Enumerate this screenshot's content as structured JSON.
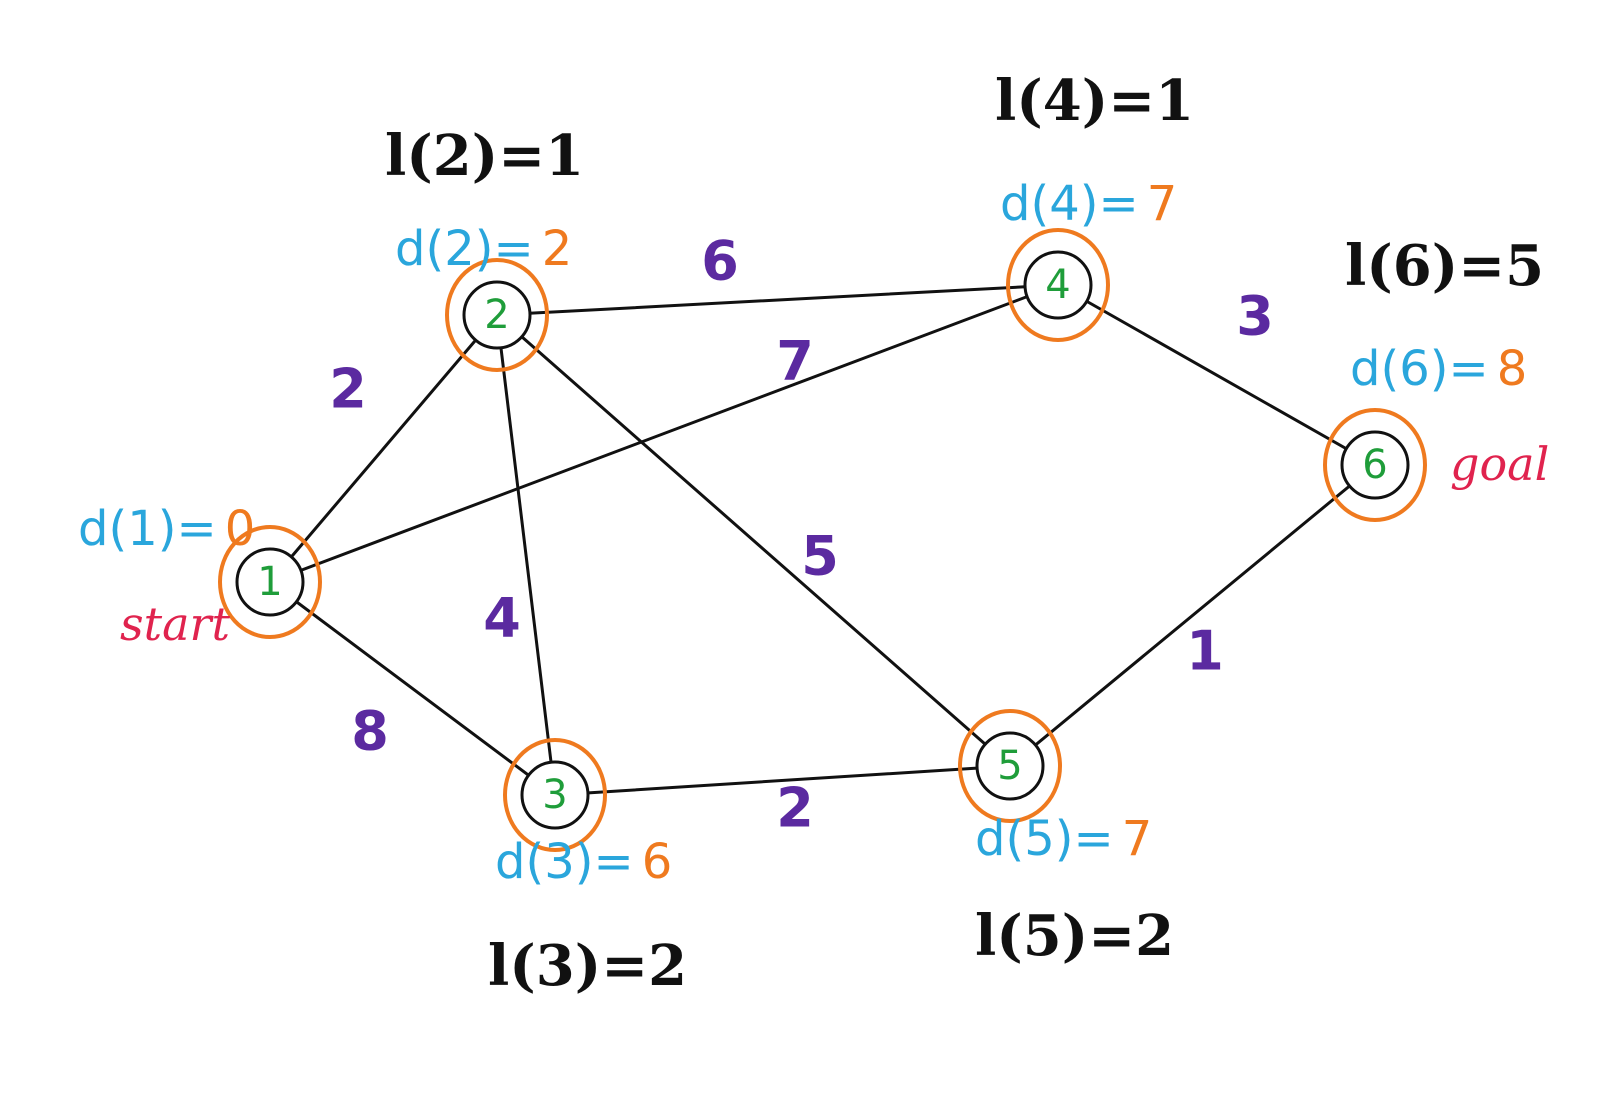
{
  "colors": {
    "edge": "#111111",
    "node_ring": "#ef7a1f",
    "node_label": "#1f9d3a",
    "weight": "#5b2aa0",
    "distance_prefix": "#2aa6dc",
    "distance_value": "#ef7a1f",
    "annotation": "#e0234e"
  },
  "nodes": [
    {
      "id": "1",
      "label": "1",
      "d_prefix": "d(1)=",
      "d_value": "0",
      "l_text": "",
      "note": "start"
    },
    {
      "id": "2",
      "label": "2",
      "d_prefix": "d(2)=",
      "d_value": "2",
      "l_text": "l(2)=1",
      "note": ""
    },
    {
      "id": "3",
      "label": "3",
      "d_prefix": "d(3)=",
      "d_value": "6",
      "l_text": "l(3)=2",
      "note": ""
    },
    {
      "id": "4",
      "label": "4",
      "d_prefix": "d(4)=",
      "d_value": "7",
      "l_text": "l(4)=1",
      "note": ""
    },
    {
      "id": "5",
      "label": "5",
      "d_prefix": "d(5)=",
      "d_value": "7",
      "l_text": "l(5)=2",
      "note": ""
    },
    {
      "id": "6",
      "label": "6",
      "d_prefix": "d(6)=",
      "d_value": "8",
      "l_text": "l(6)=5",
      "note": "goal"
    }
  ],
  "edges": [
    {
      "from": "1",
      "to": "2",
      "weight": "2"
    },
    {
      "from": "1",
      "to": "3",
      "weight": "8"
    },
    {
      "from": "1",
      "to": "4",
      "weight": "7"
    },
    {
      "from": "2",
      "to": "3",
      "weight": "4"
    },
    {
      "from": "2",
      "to": "4",
      "weight": "6"
    },
    {
      "from": "2",
      "to": "5",
      "weight": "5"
    },
    {
      "from": "3",
      "to": "5",
      "weight": "2"
    },
    {
      "from": "4",
      "to": "6",
      "weight": "3"
    },
    {
      "from": "5",
      "to": "6",
      "weight": "1"
    }
  ]
}
